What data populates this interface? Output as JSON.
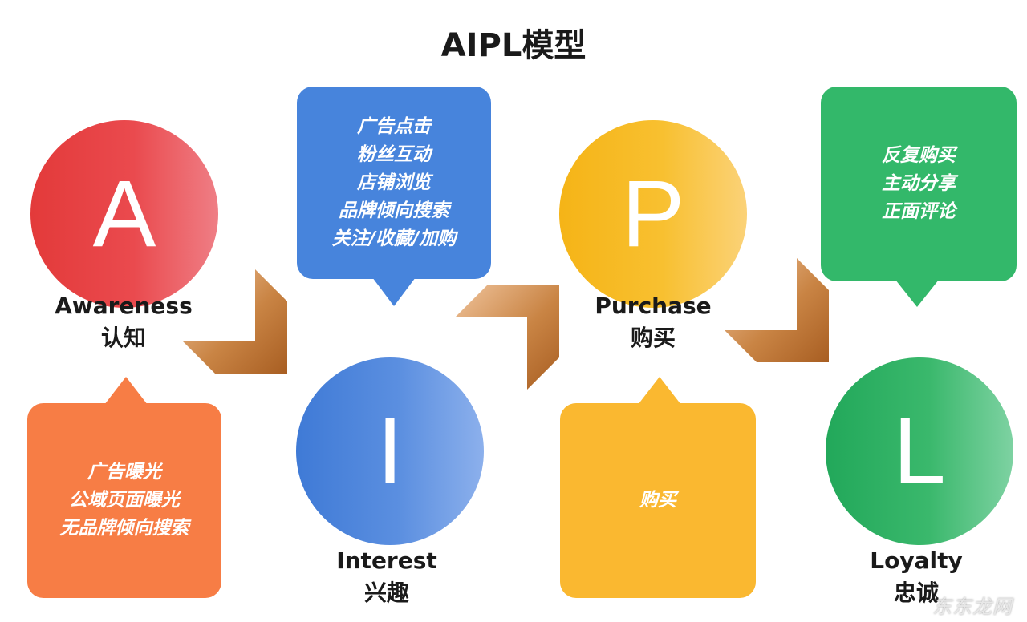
{
  "title": "AIPL模型",
  "colors": {
    "awareness": "#ea4a4e",
    "interest": "#4784dc",
    "purchase": "#f8c030",
    "loyalty": "#33b86a",
    "awareness_box": "#f77d45",
    "purchase_box": "#fab830",
    "arrow": "#b86a2c"
  },
  "stages": {
    "awareness": {
      "letter": "A",
      "name_en": "Awareness",
      "name_cn": "认知"
    },
    "interest": {
      "letter": "I",
      "name_en": "Interest",
      "name_cn": "兴趣"
    },
    "purchase": {
      "letter": "P",
      "name_en": "Purchase",
      "name_cn": "购买"
    },
    "loyalty": {
      "letter": "L",
      "name_en": "Loyalty",
      "name_cn": "忠诚"
    }
  },
  "boxes": {
    "awareness": [
      "广告曝光",
      "公域页面曝光",
      "无品牌倾向搜索"
    ],
    "interest": [
      "广告点击",
      "粉丝互动",
      "店铺浏览",
      "品牌倾向搜索",
      "关注/收藏/加购"
    ],
    "purchase": [
      "购买"
    ],
    "loyalty": [
      "反复购买",
      "主动分享",
      "正面评论"
    ]
  },
  "watermark": "东东龙网"
}
